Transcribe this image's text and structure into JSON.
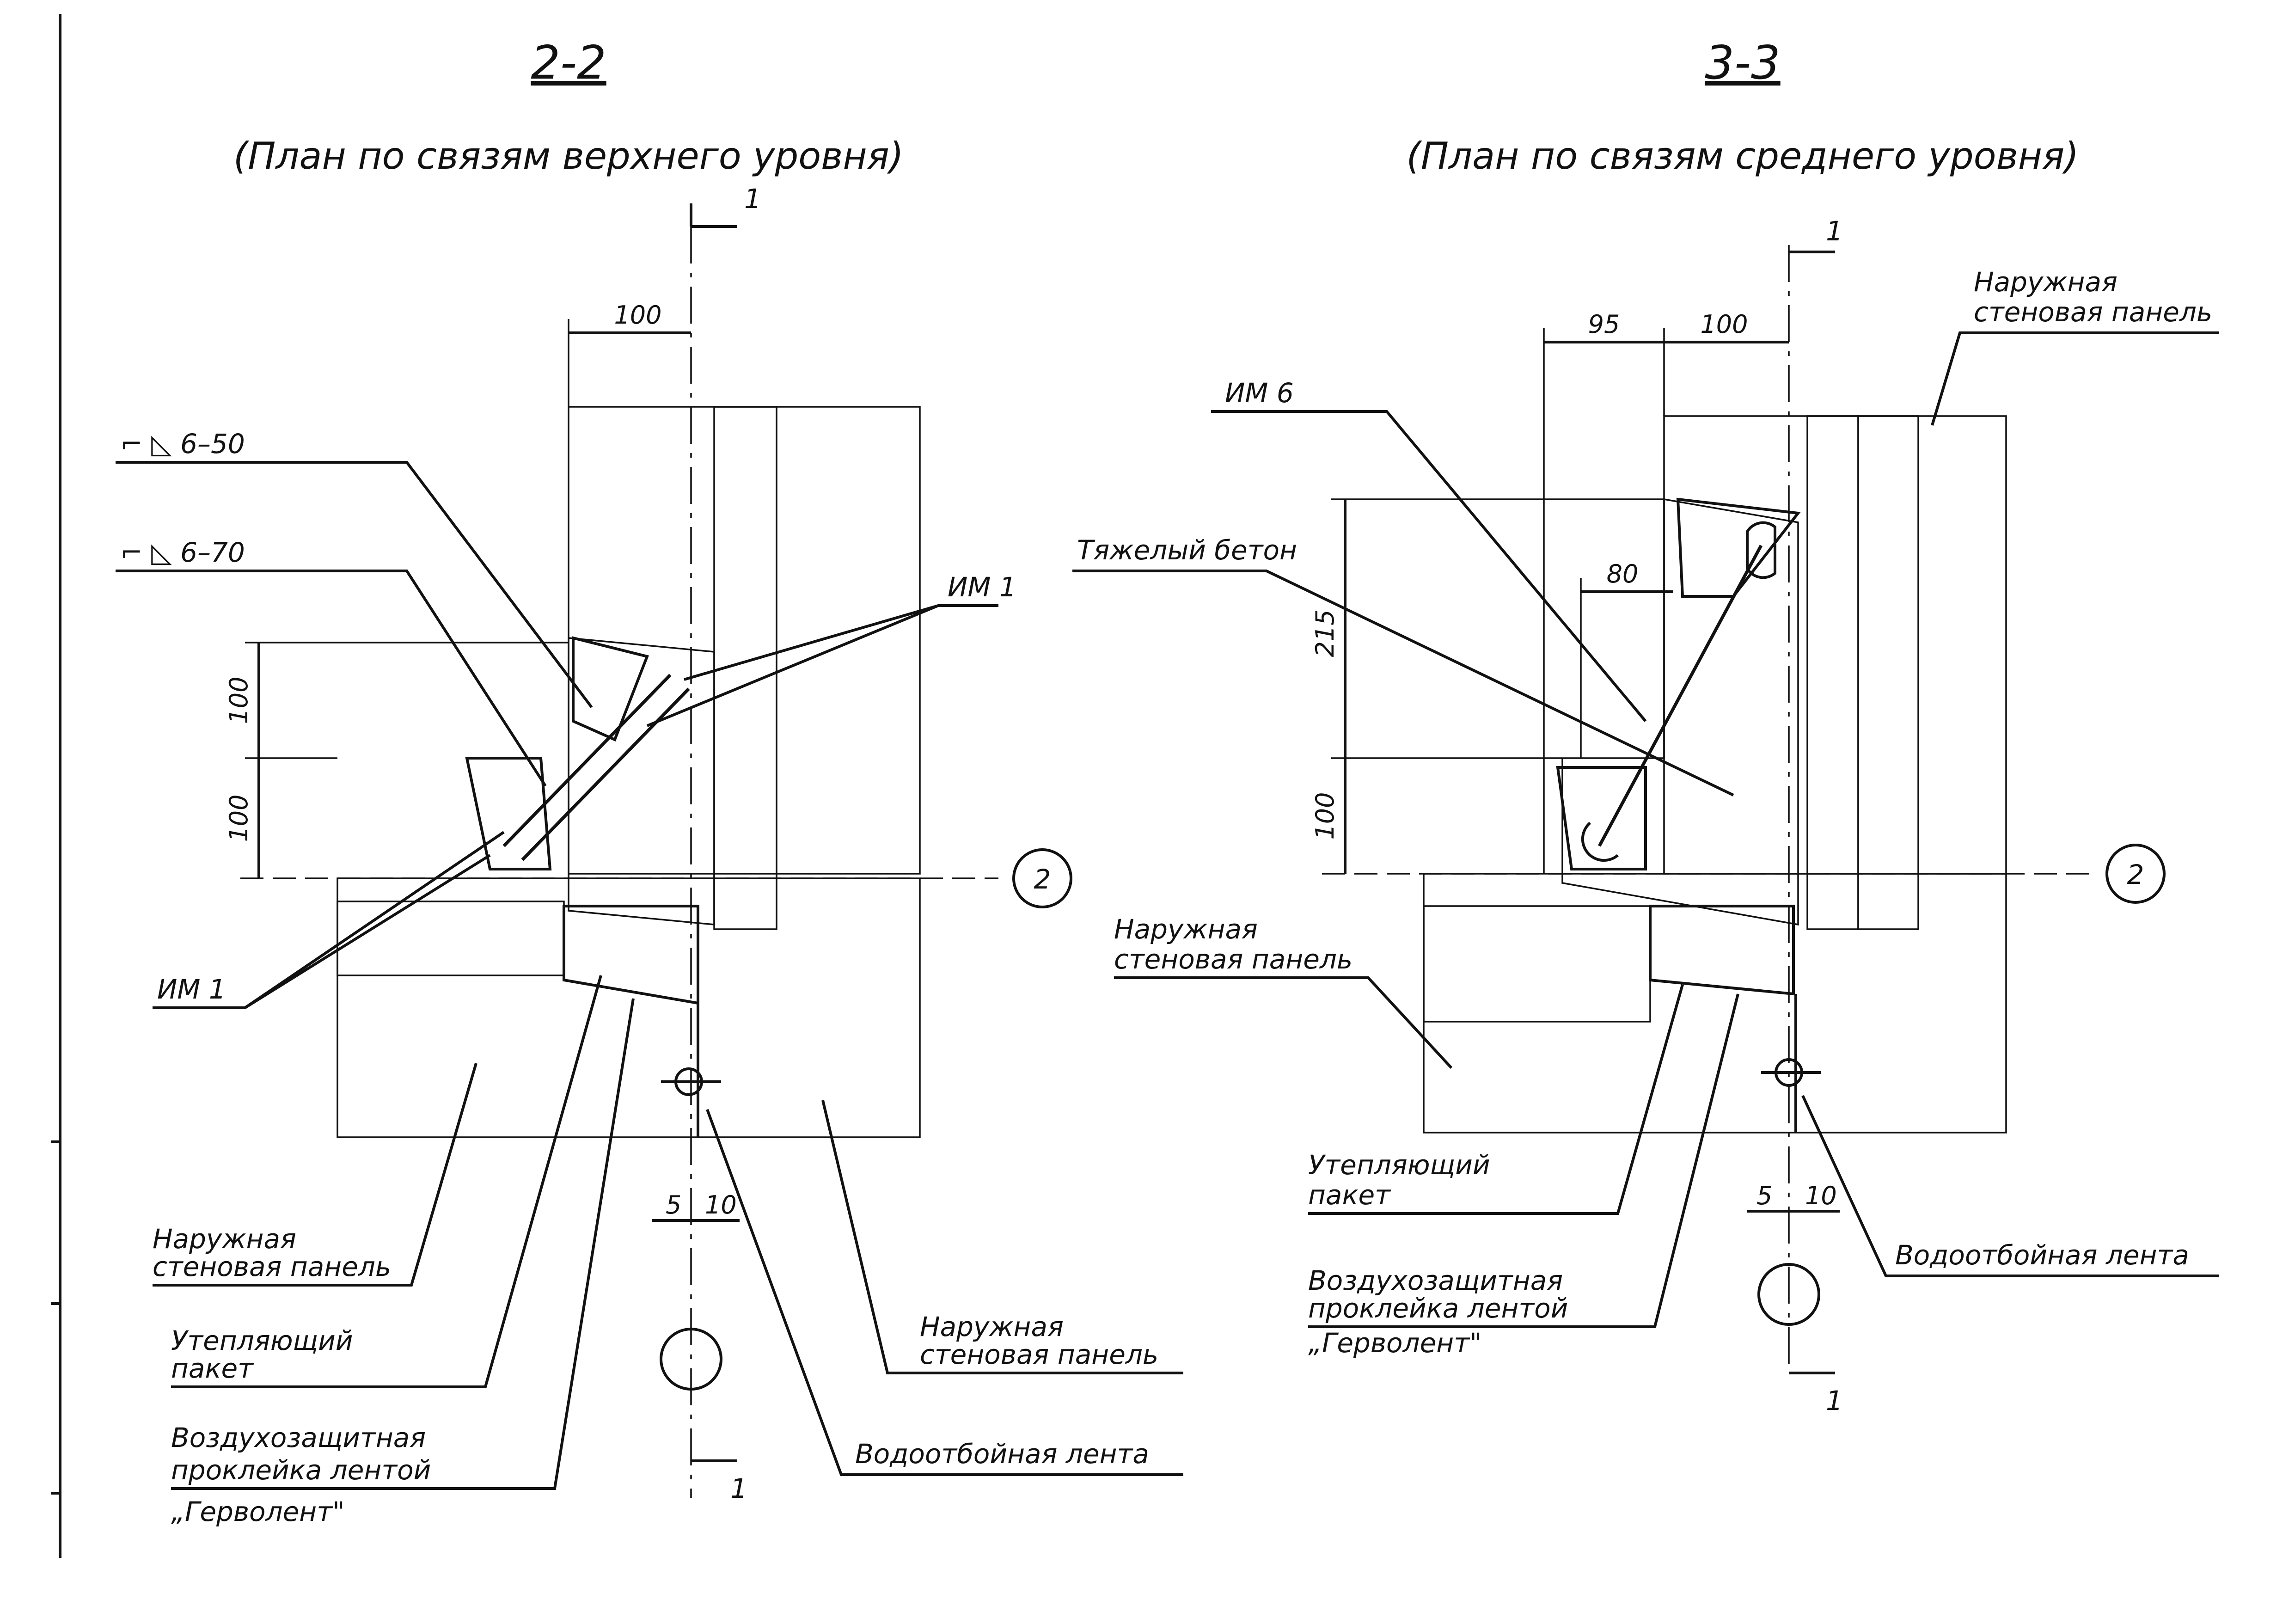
{
  "section_left": {
    "title": "2-2",
    "subtitle": "(План по связям верхнего уровня)",
    "labels": {
      "weld_1": "⌐ ◺ 6–50",
      "weld_2": "⌐ ◺ 6–70",
      "im_top": "ИМ 1",
      "im_left": "ИМ 1",
      "outer_panel_left": [
        "Наружная",
        "стеновая панель"
      ],
      "insulation": [
        "Утепляющий",
        "пакет"
      ],
      "air_seal": [
        "Воздухозащитная",
        "проклейка лентой",
        "„Герволент\""
      ],
      "outer_panel_right": [
        "Наружная",
        "стеновая панель"
      ],
      "water_tape": "Водоотбойная лента"
    },
    "dims": {
      "top": "100",
      "v_upper": "100",
      "v_lower": "100",
      "b5": "5",
      "b10": "10"
    },
    "axis": "2",
    "cut_mark": "1"
  },
  "section_right": {
    "title": "3-3",
    "subtitle": "(План по связям среднего уровня)",
    "labels": {
      "im": "ИМ 6",
      "heavy_concrete": "Тяжелый бетон",
      "outer_panel_top": [
        "Наружная",
        "стеновая панель"
      ],
      "outer_panel_left": [
        "Наружная",
        "стеновая панель"
      ],
      "insulation": [
        "Утепляющий",
        "пакет"
      ],
      "air_seal": [
        "Воздухозащитная",
        "проклейка лентой",
        "„Герволент\""
      ],
      "water_tape": "Водоотбойная лента"
    },
    "dims": {
      "d95": "95",
      "d100": "100",
      "d80": "80",
      "d215": "215",
      "v100": "100",
      "b5": "5",
      "b10": "10"
    },
    "axis": "2",
    "cut_mark": "1"
  },
  "colors": {
    "ink": "#111111",
    "paper": "#ffffff"
  }
}
